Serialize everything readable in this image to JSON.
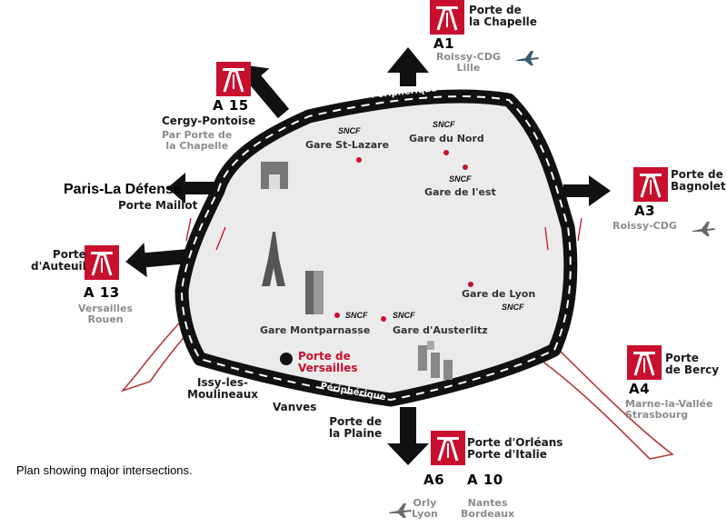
{
  "caption": "Plan showing major intersections.",
  "colors": {
    "red": "#c8102e",
    "ring": "#111111",
    "inside": "#ebebeb",
    "grey_text": "#8c8c8c"
  },
  "ring": {
    "label_top": "Périphérique",
    "label_bottom": "Périphérique"
  },
  "exits": {
    "a1": {
      "porte": "Porte de\nla Chapelle",
      "road": "A1",
      "dest": "Roissy-CDG\nLille",
      "icon": "motorway-icon",
      "plane": "airplane-icon"
    },
    "a15": {
      "road": "A 15",
      "dest1": "Cergy-Pontoise",
      "dest2": "Par Porte de\nla Chapelle",
      "icon": "motorway-icon"
    },
    "defense": {
      "title": "Paris-La Défense",
      "porte": "Porte Maillot"
    },
    "a13": {
      "porte": "Porte\nd'Auteuil",
      "road": "A 13",
      "dest": "Versailles\nRouen",
      "icon": "motorway-icon"
    },
    "a3": {
      "porte": "Porte de\nBagnolet",
      "road": "A3",
      "dest": "Roissy-CDG",
      "icon": "motorway-icon",
      "plane": "airplane-icon"
    },
    "a4": {
      "porte": "Porte\nde Bercy",
      "road": "A4",
      "dest": "Marne-la-Vallée\nStrasbourg",
      "icon": "motorway-icon"
    },
    "a6": {
      "porte": "Porte d'Orléans\nPorte d'Italie",
      "road1": "A6",
      "road2": "A 10",
      "dest1": "Orly\nLyon",
      "dest2": "Nantes\nBordeaux",
      "icon": "motorway-icon",
      "plane": "airplane-icon"
    },
    "plaine": {
      "porte": "Porte de\nla Plaine"
    },
    "issy": {
      "name": "Issy-les-\nMoulineaux"
    },
    "vanves": {
      "name": "Vanves"
    }
  },
  "stations": {
    "st_lazare": {
      "sncf": "SNCF",
      "name": "Gare St-Lazare"
    },
    "nord": {
      "sncf": "SNCF",
      "name": "Gare du Nord"
    },
    "est": {
      "sncf": "SNCF",
      "name": "Gare de l'est"
    },
    "lyon": {
      "sncf": "SNCF",
      "name": "Gare de Lyon"
    },
    "montparnasse": {
      "sncf": "SNCF",
      "name": "Gare Montparnasse"
    },
    "austerlitz": {
      "sncf": "SNCF",
      "name": "Gare d'Austerlitz"
    }
  },
  "versailles": {
    "name": "Porte de\nVersailles"
  }
}
